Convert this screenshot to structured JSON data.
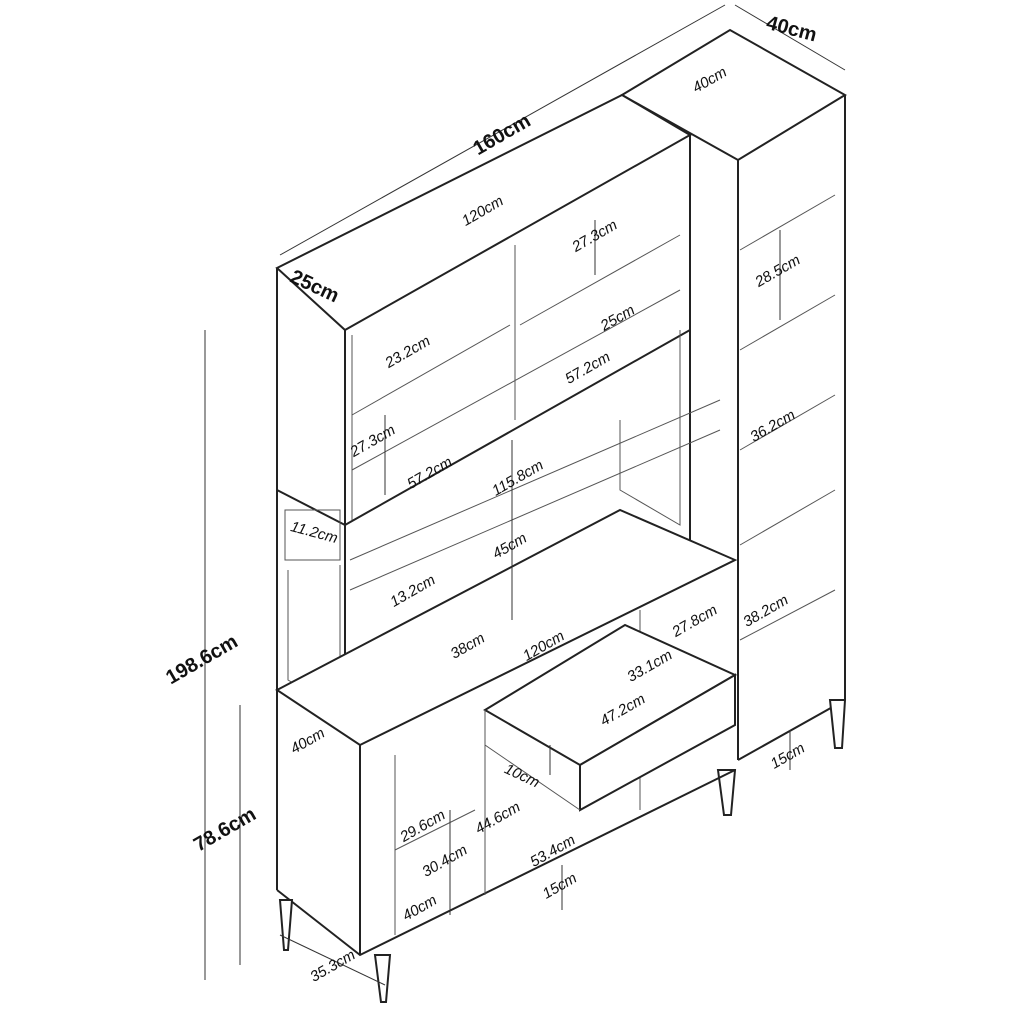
{
  "title": "Kitchen cabinet dimension drawing",
  "dimensions": {
    "overall_width": "160cm",
    "tower_depth_top": "40cm",
    "tower_depth": "40cm",
    "upper_width": "120cm",
    "upper_shelf_right_height": "27.3cm",
    "upper_depth": "25cm",
    "tower_shelf_1": "28.5cm",
    "upper_shelf_left_height": "23.2cm",
    "upper_inner_depth": "25cm",
    "upper_right_width": "57.2cm",
    "tower_shelf_2": "36.2cm",
    "upper_left_lower_height": "27.3cm",
    "upper_left_width": "57.2cm",
    "upper_inner_width": "115.8cm",
    "side_gap": "11.2cm",
    "hutch_height": "45cm",
    "hutch_rail": "13.2cm",
    "drawer_opening": "27.8cm",
    "tower_shelf_3": "38.2cm",
    "overall_height": "198.6cm",
    "desk_depth": "38cm",
    "desk_width": "120cm",
    "drawer_depth": "33.1cm",
    "drawer_width": "47.2cm",
    "base_depth": "40cm",
    "tower_leg": "15cm",
    "drawer_height": "10cm",
    "center_opening": "44.6cm",
    "shelf_depth": "29.6cm",
    "base_height": "78.6cm",
    "center_width": "53.4cm",
    "lower_shelf": "30.4cm",
    "base_leg": "15cm",
    "base_inner_depth": "40cm",
    "base_side_width": "35.3cm"
  }
}
